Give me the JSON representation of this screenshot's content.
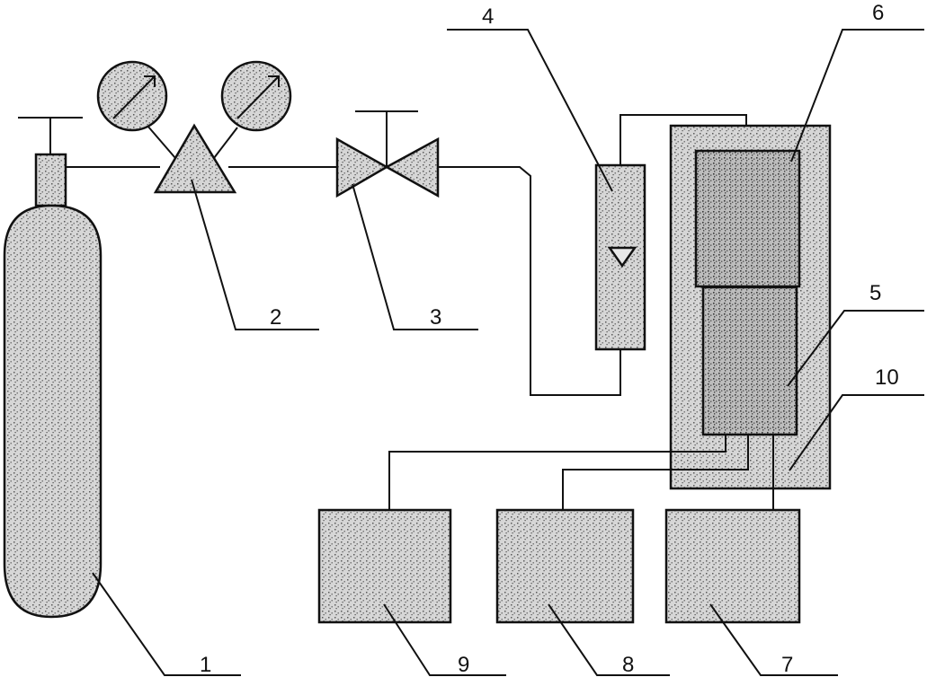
{
  "labels": {
    "cylinder": "1",
    "regulator": "2",
    "valve": "3",
    "flowmeter": "4",
    "lower_chamber": "5",
    "upper_chamber": "6",
    "box_7": "7",
    "box_8": "8",
    "box_9": "9",
    "enclosure": "10"
  },
  "colors": {
    "stroke": "#111111",
    "fill_stipple": "#9a9a9a",
    "background": "#ffffff"
  },
  "icons": {
    "gauge": "pressure-gauge-icon",
    "valve": "needle-valve-icon",
    "float": "triangle-down-icon"
  }
}
